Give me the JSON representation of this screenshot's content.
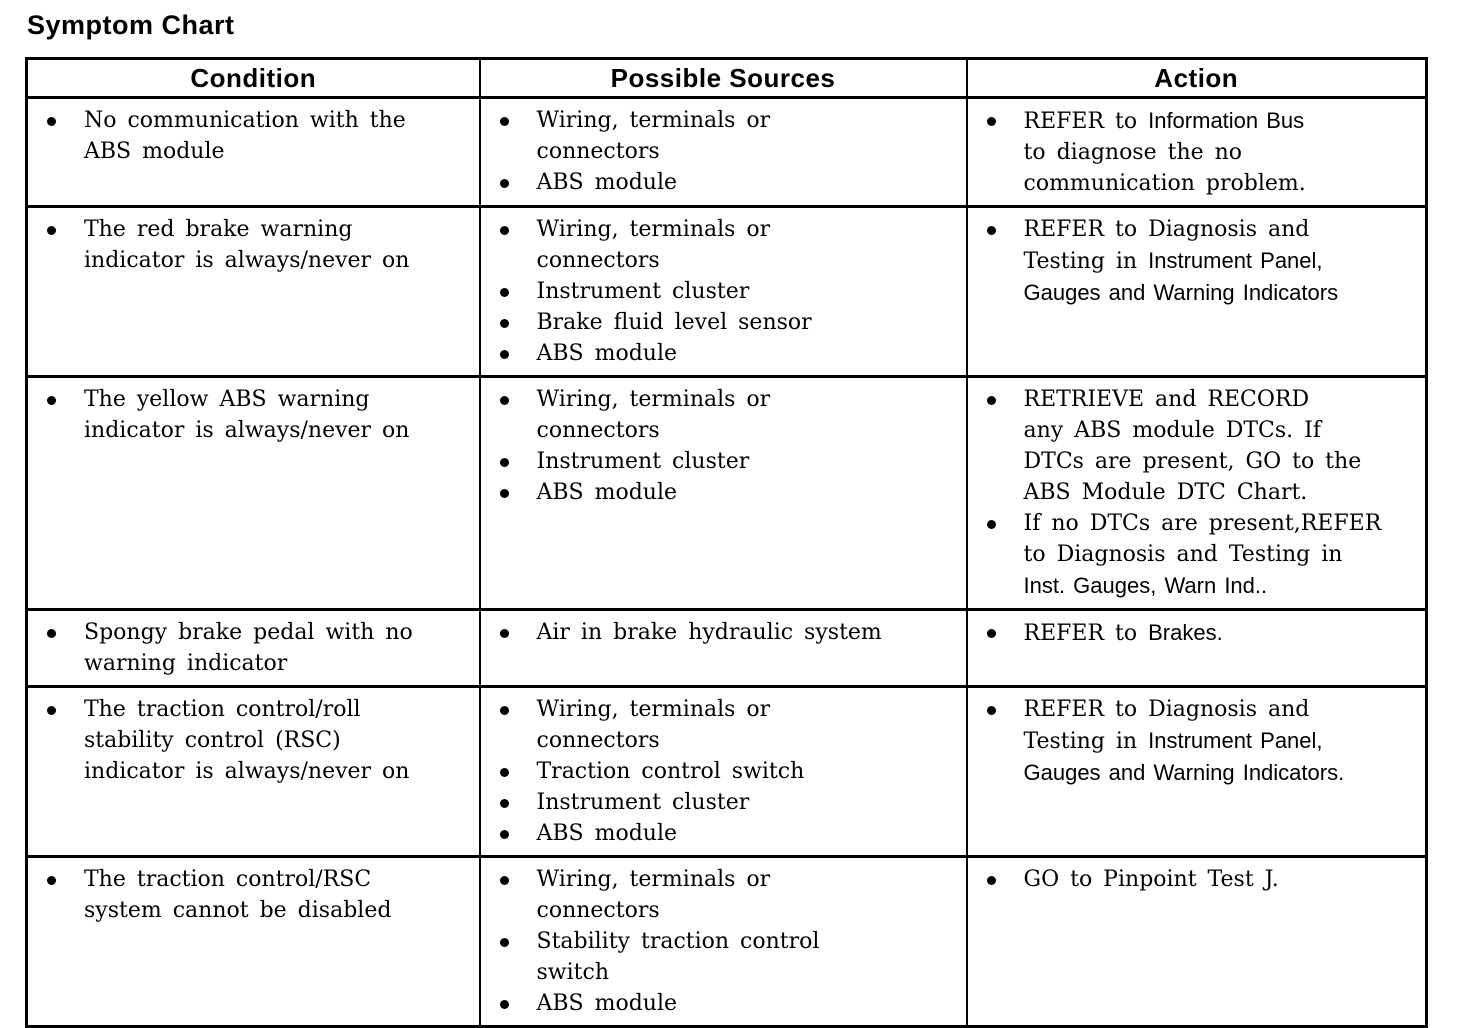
{
  "title": "Symptom Chart",
  "colors": {
    "text": "#000000",
    "border": "#000000",
    "background": "#ffffff"
  },
  "table": {
    "headers": [
      "Condition",
      "Possible Sources",
      "Action"
    ],
    "rows": [
      {
        "condition": [
          "No communication with the\nABS module"
        ],
        "sources": [
          "Wiring, terminals or\nconnectors",
          "ABS module"
        ],
        "action": [
          {
            "segments": [
              {
                "t": "REFER to "
              },
              {
                "t": "Information Bus",
                "f": "sans"
              },
              {
                "t": "\nto diagnose the no\ncommunication problem."
              }
            ]
          }
        ]
      },
      {
        "condition": [
          "The red brake warning\nindicator is always/never on"
        ],
        "sources": [
          "Wiring, terminals or\nconnectors",
          "Instrument cluster",
          "Brake fluid level sensor",
          "ABS module"
        ],
        "action": [
          {
            "segments": [
              {
                "t": "REFER to Diagnosis and\nTesting in "
              },
              {
                "t": "Instrument Panel,\nGauges and Warning Indicators",
                "f": "sans"
              }
            ]
          }
        ]
      },
      {
        "condition": [
          "The yellow ABS warning\nindicator is always/never on"
        ],
        "sources": [
          "Wiring, terminals or\nconnectors",
          "Instrument cluster",
          "ABS module"
        ],
        "action": [
          {
            "segments": [
              {
                "t": "RETRIEVE and RECORD\nany ABS module DTCs. If\nDTCs are present, GO to the\nABS Module DTC Chart."
              }
            ]
          },
          {
            "segments": [
              {
                "t": "If no DTCs are present,REFER\nto Diagnosis and Testing in\n"
              },
              {
                "t": "Inst. Gauges, Warn Ind..",
                "f": "sans"
              }
            ]
          }
        ]
      },
      {
        "condition": [
          "Spongy brake pedal with no\nwarning indicator"
        ],
        "sources": [
          "Air in brake hydraulic system"
        ],
        "action": [
          {
            "segments": [
              {
                "t": "REFER to "
              },
              {
                "t": "Brakes.",
                "f": "sans"
              }
            ]
          }
        ]
      },
      {
        "condition": [
          "The traction control/roll\nstability control (RSC)\nindicator is always/never on"
        ],
        "sources": [
          "Wiring, terminals or\nconnectors",
          "Traction control switch",
          "Instrument cluster",
          "ABS module"
        ],
        "action": [
          {
            "segments": [
              {
                "t": "REFER to Diagnosis and\nTesting in "
              },
              {
                "t": "Instrument Panel,\nGauges and Warning Indicators.",
                "f": "sans"
              }
            ]
          }
        ]
      },
      {
        "condition": [
          "The traction control/RSC\nsystem cannot be disabled"
        ],
        "sources": [
          "Wiring, terminals or\nconnectors",
          "Stability traction control\nswitch",
          "ABS module"
        ],
        "action": [
          {
            "segments": [
              {
                "t": "GO to Pinpoint Test J."
              }
            ]
          }
        ]
      }
    ]
  }
}
